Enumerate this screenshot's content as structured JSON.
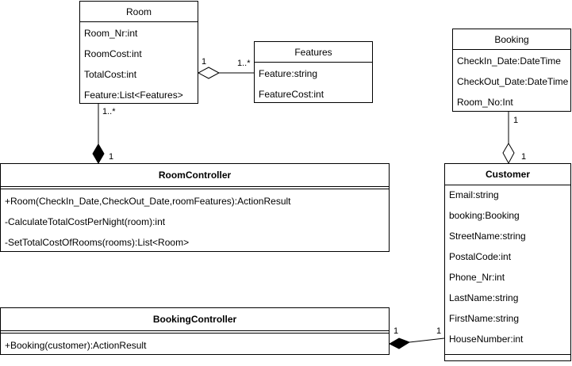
{
  "classes": {
    "room": {
      "name": "Room",
      "attributes": [
        "Room_Nr:int",
        "RoomCost:int",
        "TotalCost:int",
        "Feature:List<Features>"
      ]
    },
    "features": {
      "name": "Features",
      "attributes": [
        "Feature:string",
        "FeatureCost:int"
      ]
    },
    "booking": {
      "name": "Booking",
      "attributes": [
        "CheckIn_Date:DateTime",
        "CheckOut_Date:DateTime",
        "Room_No:Int"
      ]
    },
    "room_controller": {
      "name": "RoomController",
      "operations": [
        "+Room(CheckIn_Date,CheckOut_Date,roomFeatures):ActionResult",
        "-CalculateTotalCostPerNight(room):int",
        "-SetTotalCostOfRooms(rooms):List<Room>"
      ]
    },
    "customer": {
      "name": "Customer",
      "attributes": [
        "Email:string",
        "booking:Booking",
        "StreetName:string",
        "PostalCode:int",
        "Phone_Nr:int",
        "LastName:string",
        "FirstName:string",
        "HouseNumber:int"
      ]
    },
    "booking_controller": {
      "name": "BookingController",
      "operations": [
        "+Booking(customer):ActionResult"
      ]
    }
  },
  "relations": {
    "room_features": {
      "type": "aggregation",
      "whole_multiplicity": "1",
      "part_multiplicity": "1..*"
    },
    "room_roomcontroller": {
      "type": "composition",
      "part_multiplicity": "1..*",
      "whole_multiplicity": "1"
    },
    "booking_customer": {
      "type": "aggregation",
      "part_multiplicity": "1",
      "whole_multiplicity": "1"
    },
    "customer_bookingcontroller": {
      "type": "composition",
      "whole_multiplicity": "1",
      "part_multiplicity": "1"
    }
  }
}
